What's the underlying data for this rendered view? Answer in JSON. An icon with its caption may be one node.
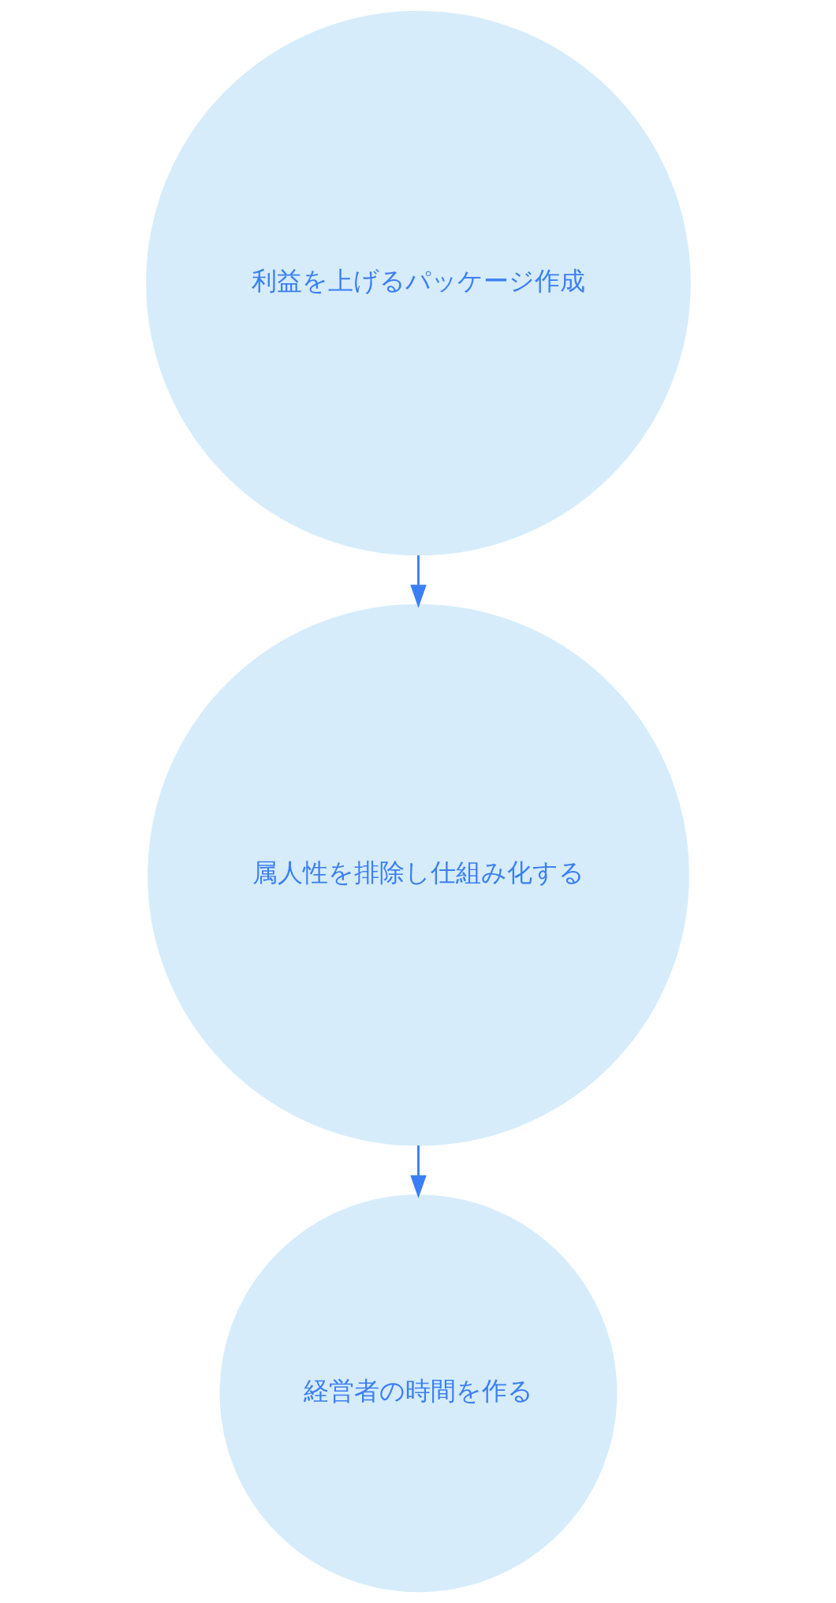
{
  "diagram": {
    "nodes": [
      {
        "text": [
          "利益を上げるパッケージ作成"
        ]
      },
      {
        "text": [
          "属人性を排除し仕組み化する"
        ]
      },
      {
        "text": [
          "経営者の時間を作る"
        ]
      }
    ],
    "edges": [
      {
        "from": 0,
        "to": 1,
        "arrow": "to"
      },
      {
        "from": 1,
        "to": 2,
        "arrow": "to"
      }
    ]
  }
}
